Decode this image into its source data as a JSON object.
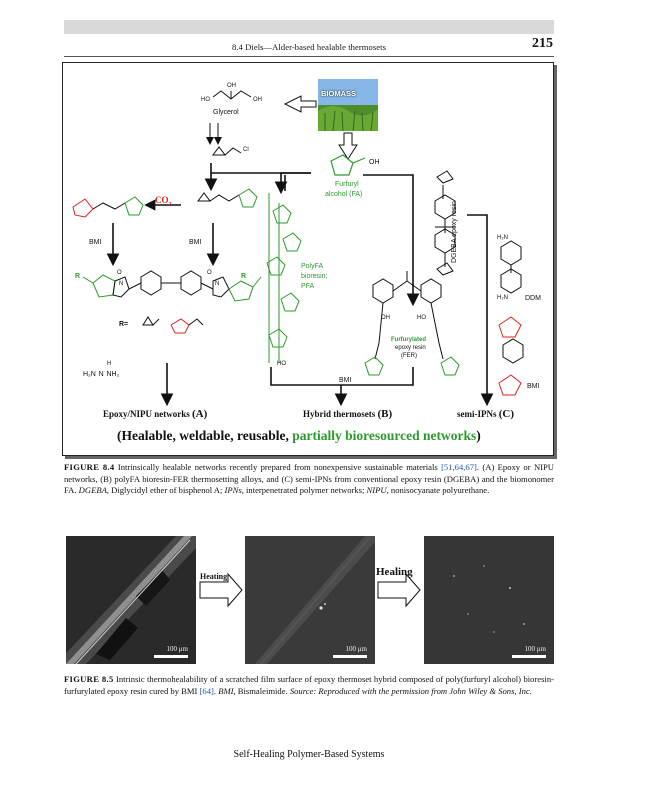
{
  "header": {
    "running_title": "8.4 Diels—Alder-based healable thermosets",
    "page_number": "215"
  },
  "figure84": {
    "biomass": "BIOMASS",
    "oh": "OH",
    "ho": "HO",
    "glycerol": "Glycerol",
    "cl": "Cl",
    "fa_name_1": "Furfuryl",
    "fa_name_2": "alcohol (FA)",
    "co2": "CO",
    "co2_sub": "2",
    "dgeba": "DGEBA epoxy resin",
    "bmi_left": "BMI",
    "bmi_mid": "BMI",
    "bmi_right": "BMI",
    "bmi_bottom": "BMI",
    "r_left": "R",
    "r_right": "R",
    "o": "O",
    "n": "N",
    "r_eq": "R=",
    "amine_h": "H",
    "amine_formula": "H₂N  N  NH₂",
    "h2n_top": "H₂N",
    "h2n_bottom": "H₂N",
    "ddm": "DDM",
    "polyfa_1": "PolyFA",
    "polyfa_2": "bioresin;",
    "polyfa_3": "PFA",
    "fer_1": "Furfurylated",
    "fer_2": "epoxy resin",
    "fer_3": "(FER)",
    "label_a": "Epoxy/NIPU networks",
    "label_a_letter": "(A)",
    "label_b": "Hybrid thermosets",
    "label_b_letter": "(B)",
    "label_c": "semi-IPNs",
    "label_c_letter": "(C)",
    "banner_black": "(Healable, weldable, reusable,",
    "banner_green": "partially bioresourced networks",
    "banner_end": ")"
  },
  "caption84": {
    "label": "FIGURE 8.4",
    "text_1": "Intrinsically healable networks recently prepared from nonexpensive sustainable materials",
    "refs": "[51,64,67]",
    "text_2": ". (A) Epoxy or NIPU networks, (B) polyFA bioresin-FER thermosetting alloys, and (C) semi-IPNs from conventional epoxy resin (DGEBA) and the biomonomer FA.",
    "abbr_1": "DGEBA,",
    "abbr_1_def": "Diglycidyl ether of bisphenol A;",
    "abbr_2": "IPNs,",
    "abbr_2_def": "interpenetrated polymer networks;",
    "abbr_3": "NIPU,",
    "abbr_3_def": "nonisocyanate polyurethane."
  },
  "figure85": {
    "heating_small": "Heating",
    "heating_large": "Healing",
    "scale_1": "100 μm",
    "scale_2": "100 μm",
    "scale_3": "100 μm"
  },
  "caption85": {
    "label": "FIGURE 8.5",
    "text_1": "Intrinsic thermohealability of a scratched film surface of epoxy thermoset hybrid composed of poly(furfuryl alcohol) bioresin-furfurylated epoxy resin cured by BMI",
    "ref": "[64]",
    "text_2": ".",
    "abbr": "BMI,",
    "abbr_def": "Bismaleimide.",
    "source": "Source: Reproduced with the permission from John Wiley & Sons, Inc."
  },
  "footer": {
    "book_title": "Self-Healing Polymer-Based Systems"
  },
  "colors": {
    "green": "#2e9a2e",
    "red": "#dd2222",
    "link": "#2255bb"
  }
}
